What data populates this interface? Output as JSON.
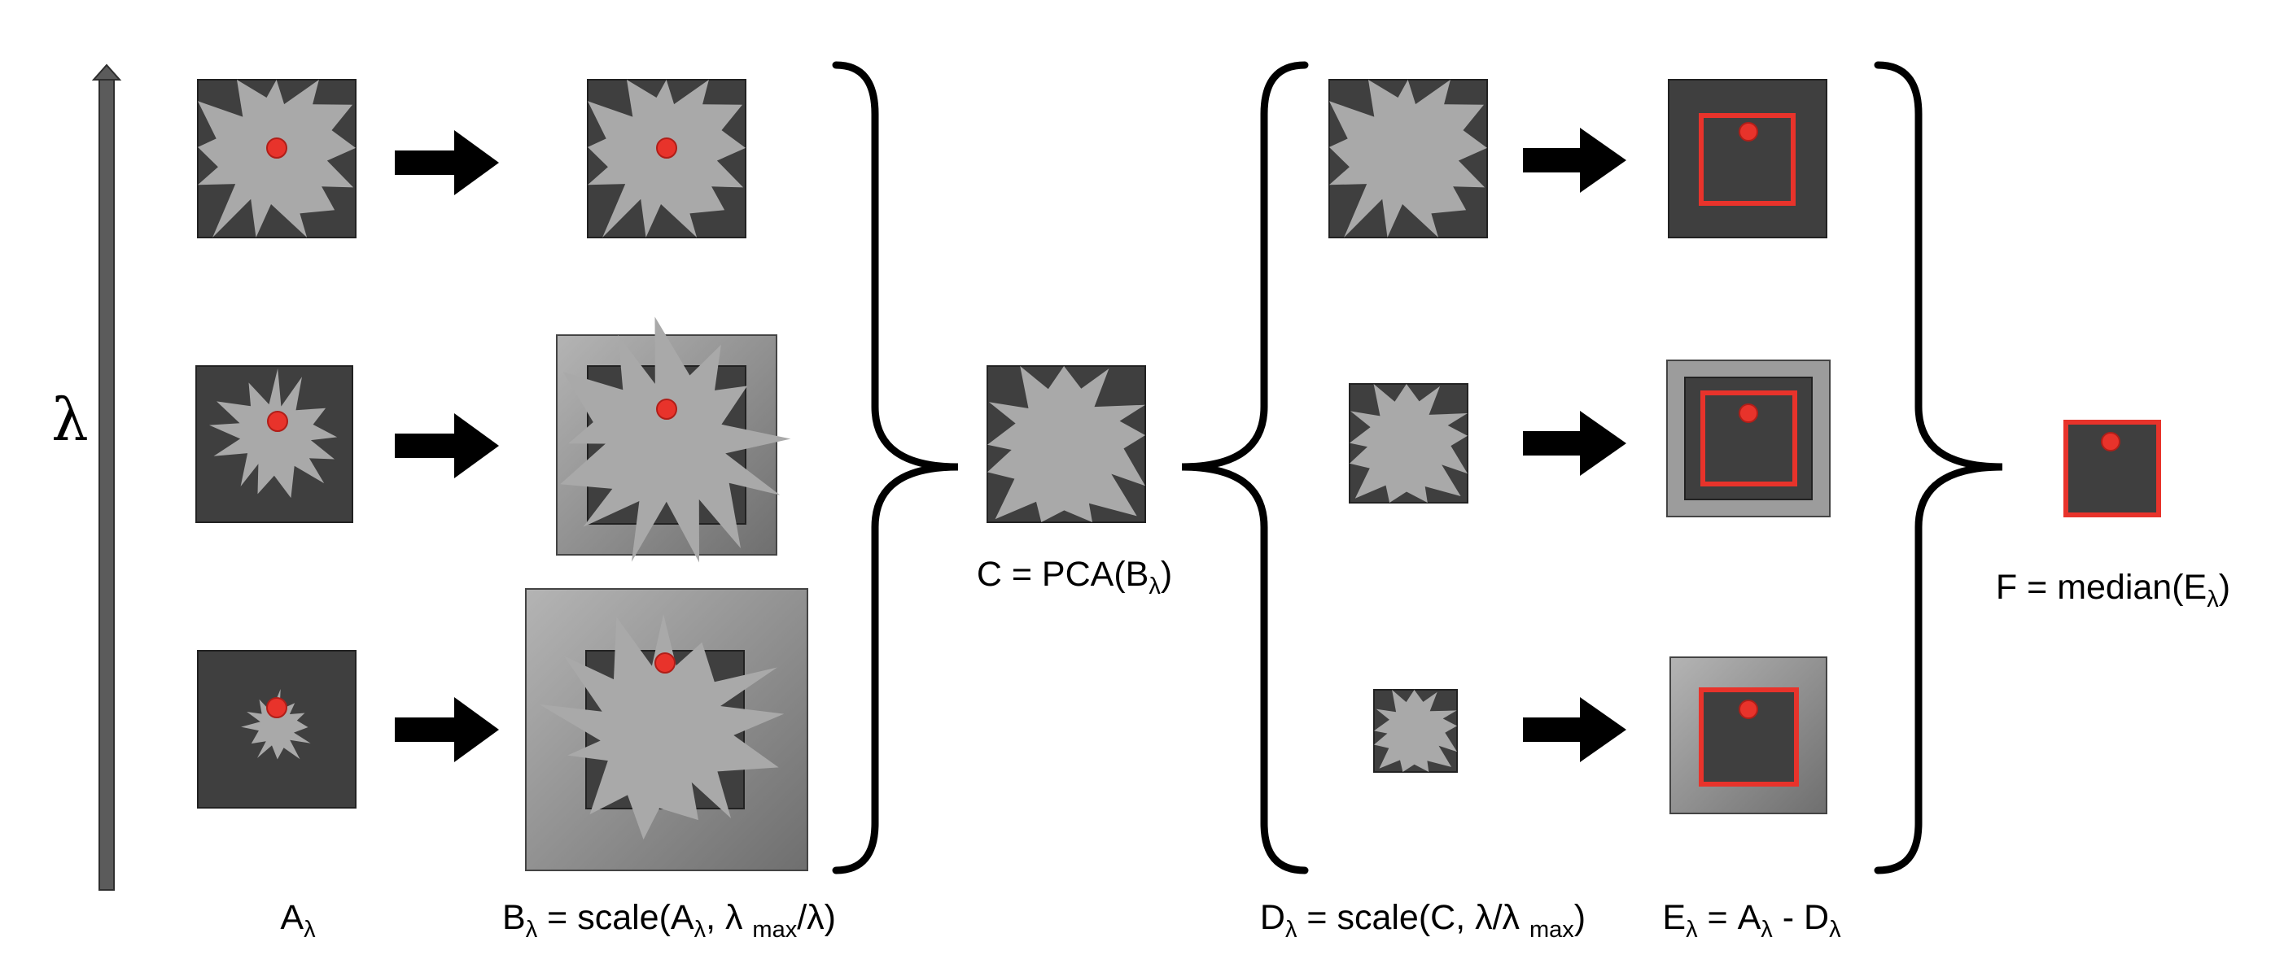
{
  "axis": {
    "symbol": "λ"
  },
  "labels": {
    "a": {
      "base": "A",
      "sub": "λ"
    },
    "b": [
      {
        "t": "B",
        "s": false
      },
      {
        "t": "λ",
        "s": true
      },
      {
        "t": " = scale(A",
        "s": false
      },
      {
        "t": "λ",
        "s": true
      },
      {
        "t": ", λ ",
        "s": false
      },
      {
        "t": "max",
        "s": true
      },
      {
        "t": "/λ)",
        "s": false
      }
    ],
    "c": [
      {
        "t": "C = PCA(B",
        "s": false
      },
      {
        "t": "λ",
        "s": true
      },
      {
        "t": ")",
        "s": false
      }
    ],
    "d": [
      {
        "t": "D",
        "s": false
      },
      {
        "t": "λ",
        "s": true
      },
      {
        "t": " = scale(C, λ/λ ",
        "s": false
      },
      {
        "t": "max",
        "s": true
      },
      {
        "t": ")",
        "s": false
      }
    ],
    "e": [
      {
        "t": "E",
        "s": false
      },
      {
        "t": "λ",
        "s": true
      },
      {
        "t": " = A",
        "s": false
      },
      {
        "t": "λ",
        "s": true
      },
      {
        "t": " - D",
        "s": false
      },
      {
        "t": "λ",
        "s": true
      }
    ],
    "f": [
      {
        "t": "F = median(E",
        "s": false
      },
      {
        "t": "λ",
        "s": true
      },
      {
        "t": ")",
        "s": false
      }
    ]
  },
  "colors": {
    "dark": "#3f3f3f",
    "star": "#a9a9a9",
    "dot": "#e8332b",
    "frame": "#e8332b",
    "arrow": "#000000",
    "axis_bar": "#5b5b5b"
  }
}
